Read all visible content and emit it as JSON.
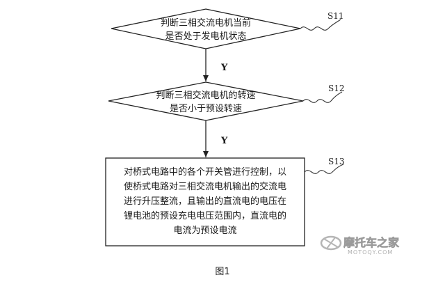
{
  "nodes": {
    "s11": {
      "step": "S11",
      "lines": [
        "判断三相交流电机当前",
        "是否处于发电机状态"
      ]
    },
    "s12": {
      "step": "S12",
      "lines": [
        "判断三相交流电机的转速",
        "是否小于预设转速"
      ]
    },
    "s13": {
      "step": "S13",
      "lines": [
        "对桥式电路中的各个开关管进行控制，以",
        "使桥式电路对三相交流电机输出的交流电",
        "进行升压整流，且输出的直流电的电压在",
        "锂电池的预设充电电压范围内，直流电的",
        "电流为预设电流"
      ]
    }
  },
  "edges": {
    "e1": {
      "label": "Y"
    },
    "e2": {
      "label": "Y"
    }
  },
  "caption": "图1",
  "watermark": {
    "text": "摩托车之家",
    "url": "MOTOQY.COM"
  }
}
